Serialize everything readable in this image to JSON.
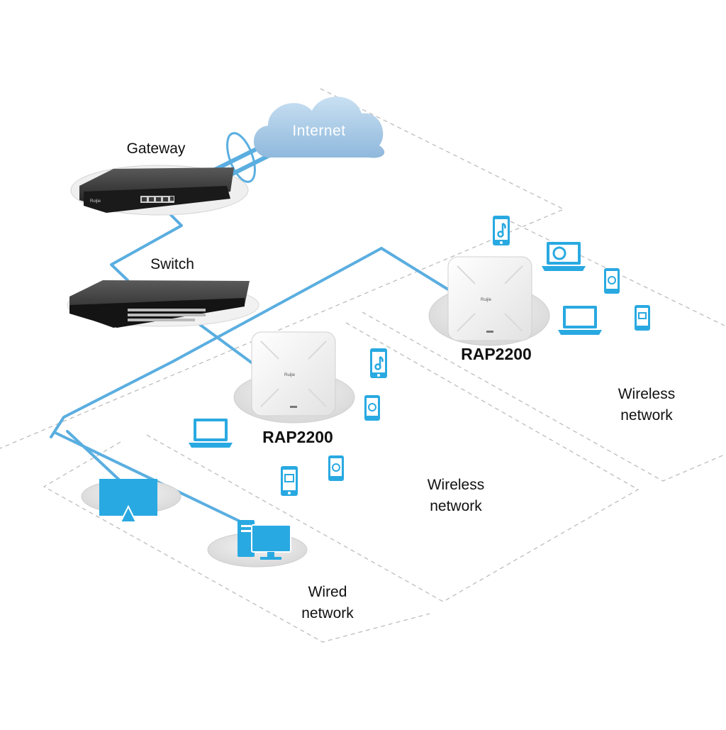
{
  "labels": {
    "internet": "Internet",
    "gateway": "Gateway",
    "switch": "Switch",
    "ap_right": "RAP2200",
    "ap_center": "RAP2200",
    "wireless_right_1": "Wireless",
    "wireless_right_2": "network",
    "wireless_center_1": "Wireless",
    "wireless_center_2": "network",
    "wired_1": "Wired",
    "wired_2": "network",
    "device_logo": "Ruijie"
  },
  "colors": {
    "link": "#5aaee0",
    "device": "#29a9e1",
    "zone_border": "#bdbdbd",
    "cloud": "#9fc7e6",
    "platform": "#e4e4e4"
  },
  "icons": [
    "cloud-icon",
    "gateway-icon",
    "switch-icon",
    "access-point-icon",
    "smartphone-icon",
    "laptop-icon",
    "tablet-icon",
    "monitor-icon",
    "desktop-computer-icon",
    "music-icon",
    "video-icon",
    "image-icon",
    "browser-icon"
  ]
}
